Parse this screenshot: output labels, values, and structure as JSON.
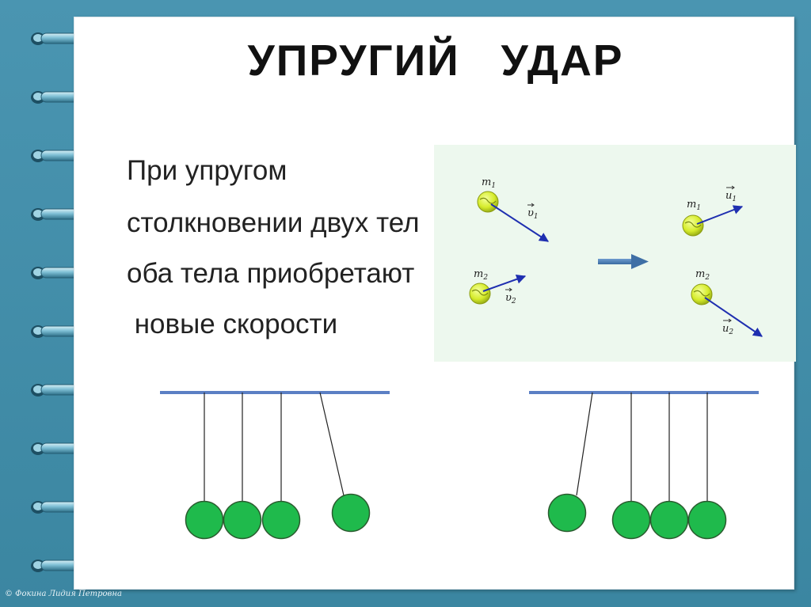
{
  "title": "УПРУГИЙ   УДАР",
  "text_lines": [
    "При упругом",
    "столкновении двух тел",
    "оба тела приобретают",
    " новые скорости"
  ],
  "diagram": {
    "before": {
      "ball1_mass": "m",
      "ball1_mass_sub": "1",
      "ball1_velocity": "υ",
      "ball1_velocity_sub": "1",
      "ball2_mass": "m",
      "ball2_mass_sub": "2",
      "ball2_velocity": "υ",
      "ball2_velocity_sub": "2"
    },
    "after": {
      "ball1_mass": "m",
      "ball1_mass_sub": "1",
      "ball1_velocity": "u",
      "ball1_velocity_sub": "1",
      "ball2_mass": "m",
      "ball2_mass_sub": "2",
      "ball2_velocity": "u",
      "ball2_velocity_sub": "2"
    }
  },
  "copyright": "© Фокина Лидия Петровна",
  "colors": {
    "frame": "#3e8aa5",
    "arrow_blue": "#1f2fb0",
    "bar_blue": "#5b7fc4",
    "ball_green": "#1fba4c",
    "ball_yellow": "#d9ef3a",
    "panel_bg": "#edf8ee",
    "process_arrow": "#4f7db0"
  }
}
